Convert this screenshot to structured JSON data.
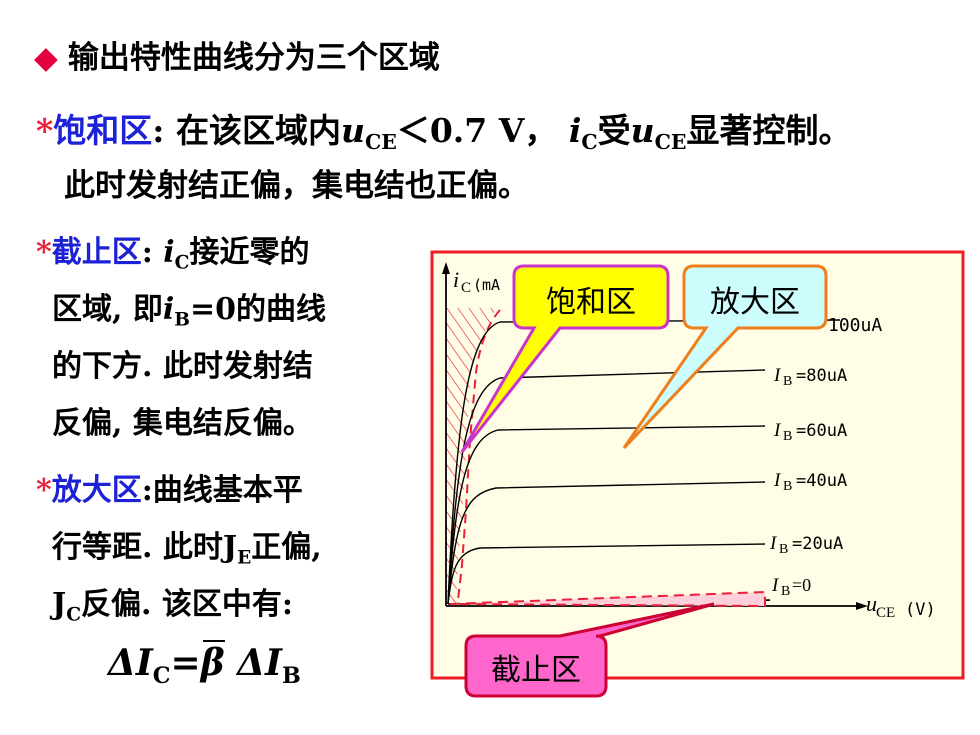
{
  "heading": {
    "bullet": "◆",
    "text": "输出特性曲线分为三个区域"
  },
  "saturation": {
    "star": "*",
    "name": "饱和区",
    "colon": ":",
    "line1_text_a": "在该区域内",
    "u": "u",
    "ce_sub": "CE",
    "cond": "＜0.7 V，",
    "i": "i",
    "c_sub": "C",
    "line1_text_b": "受",
    "line1_text_c": "显著控制。",
    "line2": "此时发射结正偏，集电结也正偏。"
  },
  "cutoff": {
    "star": "*",
    "name": "截止区",
    "l1_a": ":",
    "i": "i",
    "c_sub": "C",
    "l1_b": "接近零的",
    "l2_a": "区域, 即",
    "b_sub": "B",
    "l2_b": "=0的曲线",
    "l3": "的下方. 此时发射结",
    "l4": "反偏, 集电结反偏。"
  },
  "active": {
    "star": "*",
    "name": "放大区",
    "l1": ":曲线基本平",
    "l2_a": "行等距. 此时J",
    "e_sub": "E",
    "l2_b": "正偏,",
    "l3_a": "J",
    "c_sub": "C",
    "l3_b": "反偏. 该区中有:"
  },
  "formula": {
    "delta1": "ΔI",
    "c_sub": "C",
    "eq": "=",
    "beta": "β",
    "delta2": "ΔI",
    "b_sub": "B"
  },
  "diagram": {
    "y_axis_i": "i",
    "y_axis_sub": "C",
    "y_axis_unit": "(mA",
    "x_axis_u": "u",
    "x_axis_sub": "CE",
    "x_axis_unit": "(V)",
    "curves": [
      {
        "ib": "I",
        "sub": "B",
        "value": "=80uA"
      },
      {
        "ib": "I",
        "sub": "B",
        "value": "=60uA"
      },
      {
        "ib": "I",
        "sub": "B",
        "value": "=40uA"
      },
      {
        "ib": "I",
        "sub": "B",
        "value": "=20uA"
      },
      {
        "ib": "I",
        "sub": "B",
        "value": "=0"
      }
    ],
    "top_curve_label": "100uA",
    "callout_saturation": "饱和区",
    "callout_active": "放大区",
    "callout_cutoff": "截止区",
    "colors": {
      "frame": "#ee1c24",
      "panel": "#fffde6",
      "sat_fill": "#ffff00",
      "sat_border": "#cc33cc",
      "active_fill": "#ccfcfc",
      "active_border": "#ee7f1a",
      "cutoff_fill": "#ff66cc",
      "cutoff_border": "#cc0033"
    }
  }
}
